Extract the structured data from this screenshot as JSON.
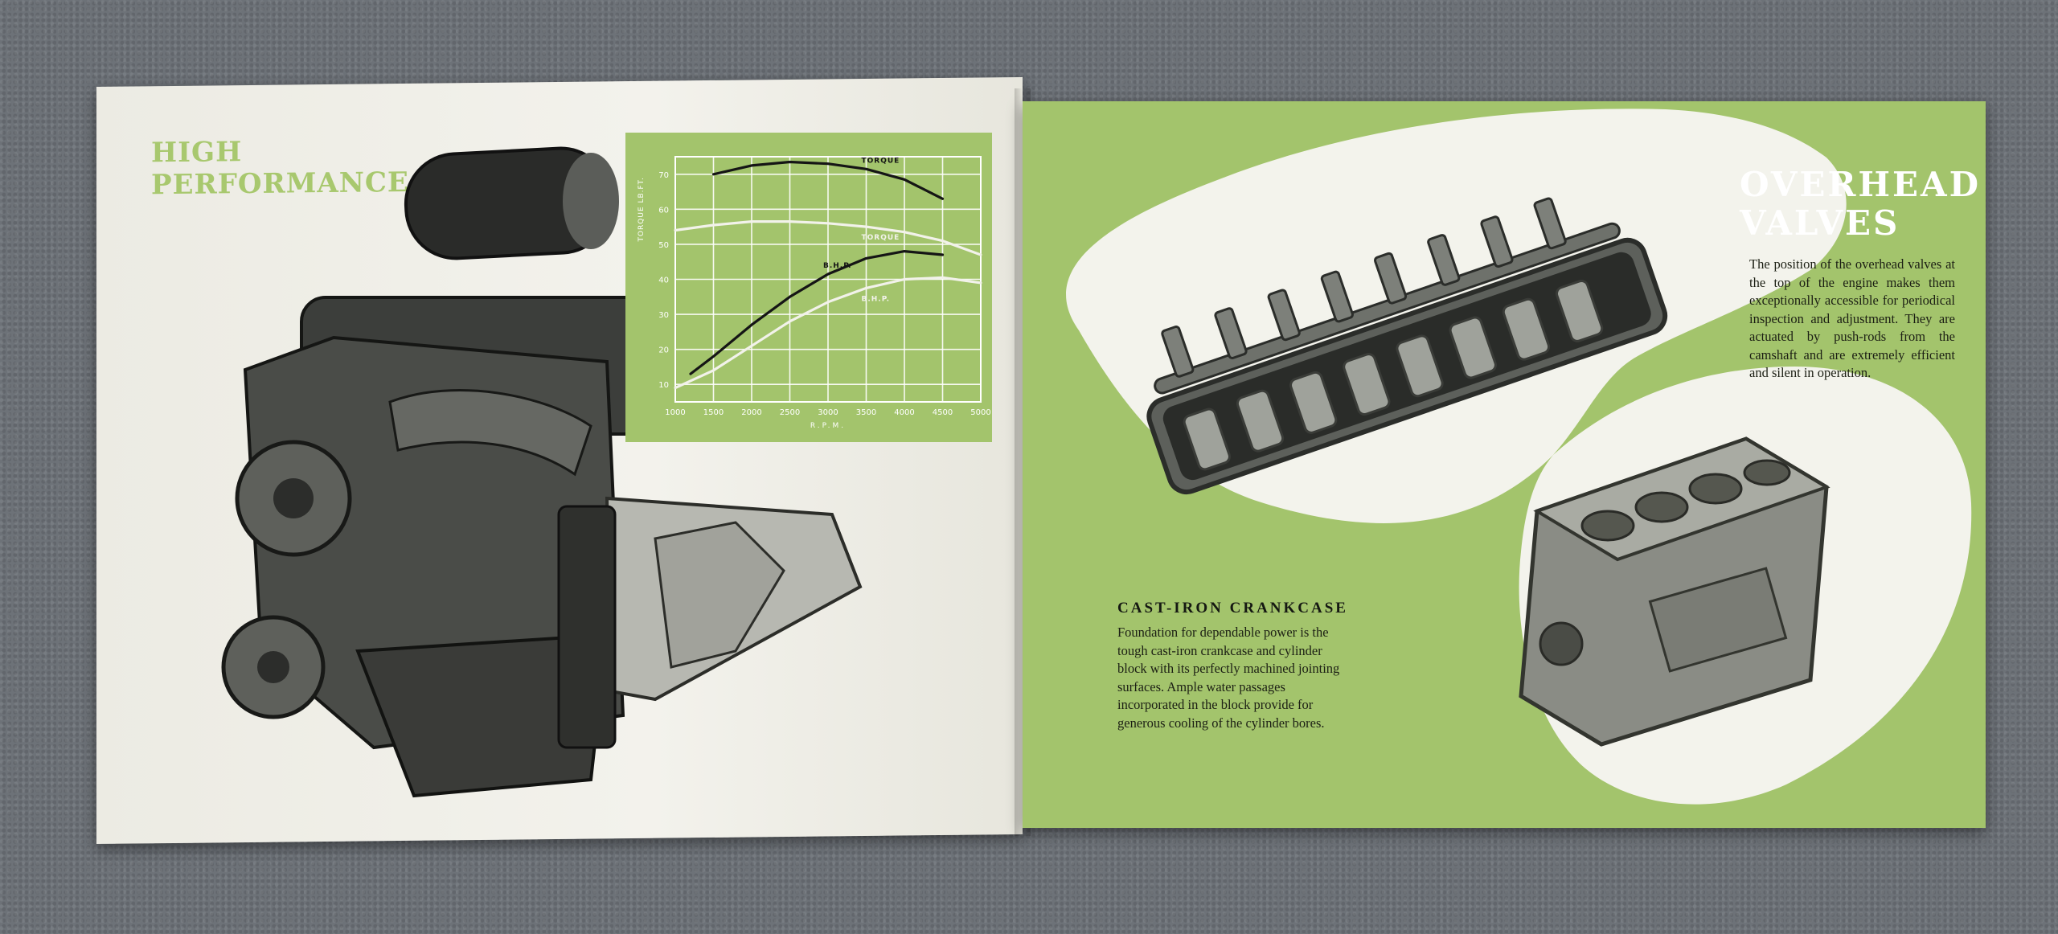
{
  "left_page": {
    "heading_line1": "HIGH",
    "heading_line2": "PERFORMANCE"
  },
  "chart_data": {
    "type": "line",
    "title": "",
    "xlabel": "R.P.M.",
    "ylabel": "TORQUE LB.FT.",
    "x_ticks": [
      "1000",
      "1500",
      "2000",
      "2500",
      "3000",
      "3500",
      "4000",
      "4500",
      "5000"
    ],
    "y_ticks": [
      "10",
      "20",
      "30",
      "40",
      "50",
      "60",
      "70"
    ],
    "xlim": [
      1000,
      5000
    ],
    "ylim": [
      5,
      75
    ],
    "grid": true,
    "series": [
      {
        "name": "TORQUE",
        "color": "#151515",
        "x": [
          1500,
          2000,
          2500,
          3000,
          3500,
          4000,
          4500
        ],
        "y": [
          70,
          72.5,
          73.5,
          73,
          71.5,
          68.5,
          63
        ]
      },
      {
        "name": "TORQUE",
        "color": "#f2f2ea",
        "x": [
          1000,
          1500,
          2000,
          2500,
          3000,
          3500,
          4000,
          4500,
          5000
        ],
        "y": [
          54,
          55.5,
          56.5,
          56.5,
          56,
          55,
          53.5,
          51,
          47
        ]
      },
      {
        "name": "B.H.P.",
        "color": "#151515",
        "x": [
          1200,
          1500,
          2000,
          2500,
          3000,
          3500,
          4000,
          4500
        ],
        "y": [
          13,
          18,
          27,
          35,
          41.5,
          46,
          48,
          47
        ]
      },
      {
        "name": "B.H.P.",
        "color": "#f2f2ea",
        "x": [
          1000,
          1500,
          2000,
          2500,
          3000,
          3500,
          4000,
          4500,
          5000
        ],
        "y": [
          9,
          14,
          21,
          28,
          33.5,
          37.5,
          40,
          40.5,
          39
        ]
      }
    ]
  },
  "right_page": {
    "ohv_title_line1": "OVERHEAD",
    "ohv_title_line2": "VALVES",
    "ohv_body": "The position of the overhead valves at the top of the engine makes them exceptionally accessible for periodical inspection and adjustment.  They are actuated by push-rods from the camshaft and are extremely efficient and silent in operation.",
    "crankcase_title": "CAST-IRON CRANKCASE",
    "crankcase_body": "Foundation for dependable power is the tough cast-iron crankcase and cylinder block with its perfectly machined jointing surfaces.  Ample water passages incorporated in the block provide for generous cooling of the cylinder bores."
  },
  "colors": {
    "accent_green": "#a3c46c",
    "paper": "#f1f0ea"
  }
}
